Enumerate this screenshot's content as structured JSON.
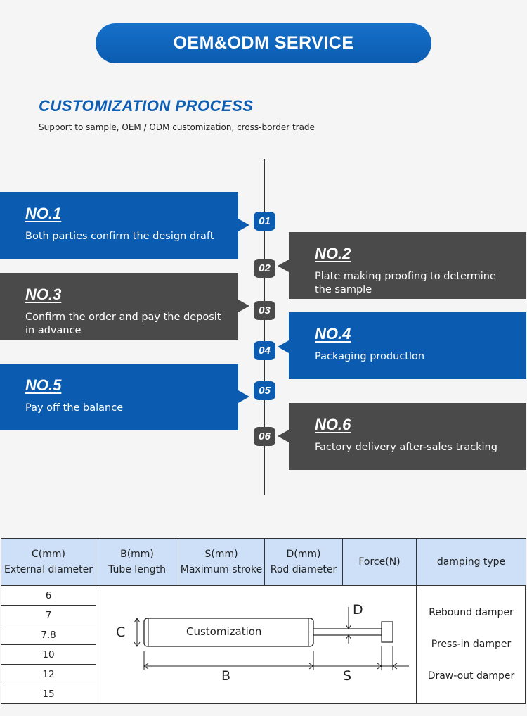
{
  "banner": "OEM&ODM SERVICE",
  "section": {
    "title": "CUSTOMIZATION PROCESS",
    "subtitle": "Support to sample, OEM / ODM customization, cross-border trade"
  },
  "steps": [
    {
      "badge": "01",
      "num": "NO.1",
      "text": "Both parties confirm the design draft"
    },
    {
      "badge": "02",
      "num": "NO.2",
      "text": "Plate making proofing to determine the sample"
    },
    {
      "badge": "03",
      "num": "NO.3",
      "text": "Confirm the order and pay the deposit in advance"
    },
    {
      "badge": "04",
      "num": "NO.4",
      "text": "Packaging productlon"
    },
    {
      "badge": "05",
      "num": "NO.5",
      "text": "Pay off the balance"
    },
    {
      "badge": "06",
      "num": "NO.6",
      "text": "Factory delivery after-sales tracking"
    }
  ],
  "colors": {
    "blue": "#0b5cb0",
    "gray": "#4a4a4a",
    "header_bg": "#cde0f7"
  },
  "table": {
    "headers": [
      {
        "line1": "C(mm)",
        "line2": "External diameter"
      },
      {
        "line1": "B(mm)",
        "line2": "Tube length"
      },
      {
        "line1": "S(mm)",
        "line2": "Maximum stroke"
      },
      {
        "line1": "D(mm)",
        "line2": "Rod diameter"
      },
      {
        "line1": "Force(N)",
        "line2": ""
      },
      {
        "line1": "damping type",
        "line2": ""
      }
    ],
    "c_values": [
      "6",
      "7",
      "7.8",
      "10",
      "12",
      "15"
    ],
    "damping_types": [
      "Rebound damper",
      "Press-in damper",
      "Draw-out damper"
    ]
  },
  "diagram": {
    "body_label": "Customization",
    "label_c": "C",
    "label_b": "B",
    "label_s": "S",
    "label_d": "D"
  }
}
